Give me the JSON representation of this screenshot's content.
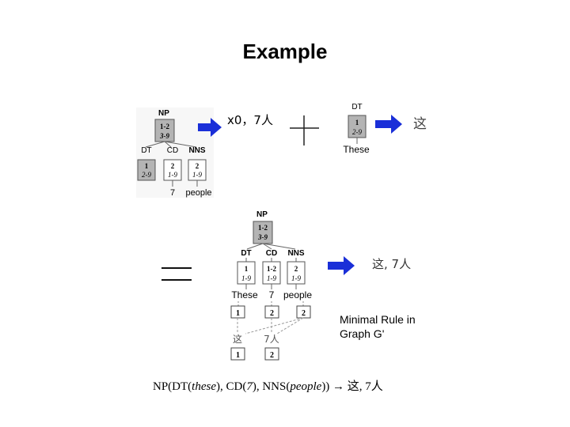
{
  "title": "Example",
  "top_left_tree": {
    "root_label": "NP",
    "root_span_top": "1-2",
    "root_span_bottom": "3-9",
    "child_labels": [
      "DT",
      "CD",
      "NNS"
    ],
    "child_index": [
      "1",
      "2",
      "2"
    ],
    "child_span": [
      "2-9",
      "1-9",
      "1-9"
    ],
    "words": [
      "7",
      "people"
    ],
    "result": "x0，7人"
  },
  "top_right_tree": {
    "root_label": "DT",
    "root_index": "1",
    "root_span": "2-9",
    "word": "These",
    "result": "这"
  },
  "bottom_tree": {
    "root_label": "NP",
    "root_span_top": "1-2",
    "root_span_bottom": "3-9",
    "child_labels": [
      "DT",
      "CD",
      "NNS"
    ],
    "child_index": [
      "1",
      "1-2",
      "2"
    ],
    "child_span": [
      "1-9",
      "1-9",
      "1-9"
    ],
    "words": [
      "These",
      "7",
      "people"
    ],
    "source_index": [
      "1",
      "2",
      "2"
    ],
    "target_words": [
      "这",
      "7人"
    ],
    "target_index": [
      "1",
      "2"
    ],
    "result": "这, 7人"
  },
  "caption": "Minimal Rule in Graph G'",
  "rule": {
    "prefix": "NP(DT(",
    "w1": "these",
    "mid1": "), CD(",
    "w2": "7",
    "mid2": "), NNS(",
    "w3": "people",
    "suffix": ")) → 这, 7人"
  },
  "colors": {
    "arrow": "#1a2fd8",
    "shaded_box": "#b4b4b4",
    "box_border": "#555555"
  }
}
